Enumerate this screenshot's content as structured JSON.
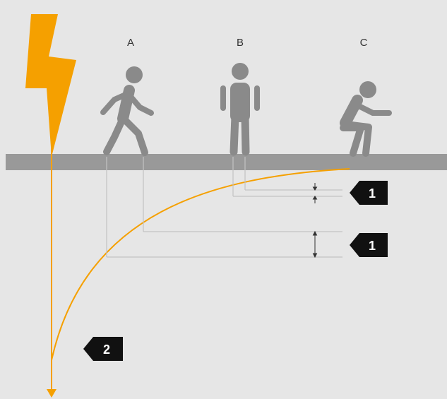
{
  "person_labels": {
    "a": "A",
    "b": "B",
    "c": "C"
  },
  "callouts": {
    "one_upper": "1",
    "one_lower": "1",
    "two": "2"
  },
  "icons": {
    "lightning": "lightning-bolt-icon",
    "walking": "walking-person-icon",
    "standing": "standing-person-icon",
    "crouching": "crouching-person-icon"
  },
  "colors": {
    "background": "#e6e6e6",
    "ground": "#999999",
    "figure": "#8a8a8a",
    "accent": "#f5a000",
    "callout": "#111111",
    "callout_text": "#ffffff",
    "guide_lines": "#c2c2c2"
  }
}
